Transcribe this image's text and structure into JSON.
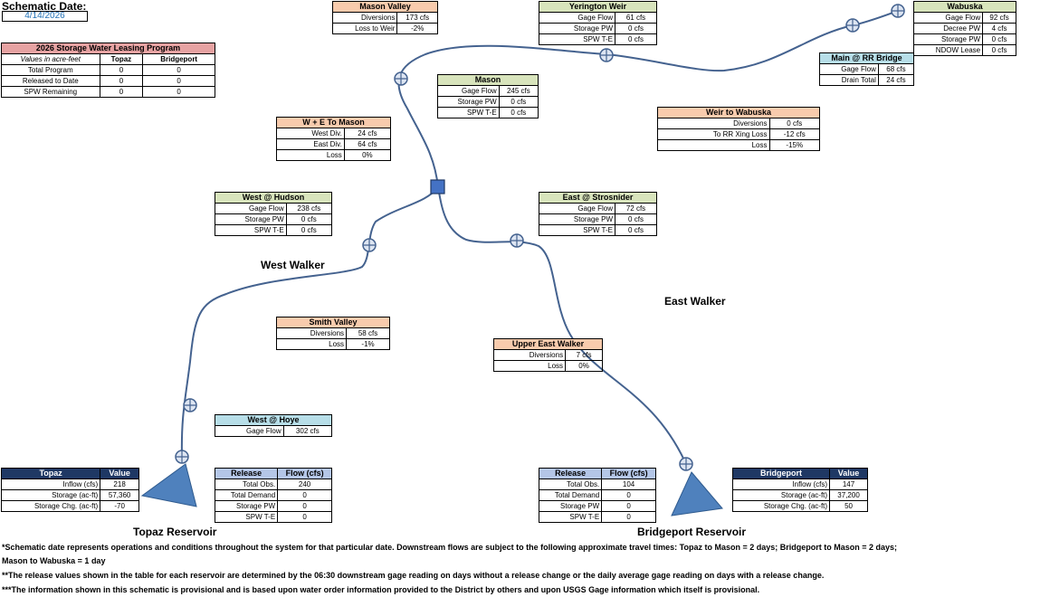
{
  "header": {
    "title": "Schematic Date:",
    "date": "4/14/2026"
  },
  "storage_program": {
    "title": "2026 Storage Water Leasing Program",
    "columns": [
      "Values in acre-feet",
      "Topaz",
      "Bridgeport"
    ],
    "rows": [
      [
        "Total Program",
        "0",
        "0"
      ],
      [
        "Released to Date",
        "0",
        "0"
      ],
      [
        "SPW Remaining",
        "0",
        "0"
      ]
    ]
  },
  "mason_valley": {
    "title": "Mason Valley",
    "rows": [
      [
        "Diversions",
        "173 cfs"
      ],
      [
        "Loss to Weir",
        "-2%"
      ]
    ]
  },
  "yerington_weir": {
    "title": "Yerington Weir",
    "rows": [
      [
        "Gage Flow",
        "61 cfs"
      ],
      [
        "Storage PW",
        "0 cfs"
      ],
      [
        "SPW T-E",
        "0 cfs"
      ]
    ]
  },
  "wabuska": {
    "title": "Wabuska",
    "rows": [
      [
        "Gage Flow",
        "92 cfs"
      ],
      [
        "Decree PW",
        "4 cfs"
      ],
      [
        "Storage PW",
        "0 cfs"
      ],
      [
        "NDOW Lease",
        "0 cfs"
      ]
    ]
  },
  "main_rr_bridge": {
    "title": "Main @ RR Bridge",
    "rows": [
      [
        "Gage Flow",
        "68 cfs"
      ],
      [
        "Drain Total",
        "24 cfs"
      ]
    ]
  },
  "mason": {
    "title": "Mason",
    "rows": [
      [
        "Gage Flow",
        "245 cfs"
      ],
      [
        "Storage PW",
        "0 cfs"
      ],
      [
        "SPW T-E",
        "0 cfs"
      ]
    ]
  },
  "weir_to_wabuska": {
    "title": "Weir to Wabuska",
    "rows": [
      [
        "Diversions",
        "0 cfs"
      ],
      [
        "To RR Xing Loss",
        "-12 cfs"
      ],
      [
        "Loss",
        "-15%"
      ]
    ]
  },
  "we_to_mason": {
    "title": "W + E To Mason",
    "rows": [
      [
        "West Div.",
        "24 cfs"
      ],
      [
        "East Div.",
        "64 cfs"
      ],
      [
        "Loss",
        "0%"
      ]
    ]
  },
  "west_hudson": {
    "title": "West @ Hudson",
    "rows": [
      [
        "Gage Flow",
        "238 cfs"
      ],
      [
        "Storage PW",
        "0 cfs"
      ],
      [
        "SPW T-E",
        "0 cfs"
      ]
    ]
  },
  "east_strosnider": {
    "title": "East @ Strosnider",
    "rows": [
      [
        "Gage Flow",
        "72 cfs"
      ],
      [
        "Storage PW",
        "0 cfs"
      ],
      [
        "SPW T-E",
        "0 cfs"
      ]
    ]
  },
  "smith_valley": {
    "title": "Smith Valley",
    "rows": [
      [
        "Diversions",
        "58 cfs"
      ],
      [
        "Loss",
        "-1%"
      ]
    ]
  },
  "upper_east_walker": {
    "title": "Upper East Walker",
    "rows": [
      [
        "Diversions",
        "7 cfs"
      ],
      [
        "Loss",
        "0%"
      ]
    ]
  },
  "west_hoye": {
    "title": "West @ Hoye",
    "rows": [
      [
        "Gage Flow",
        "302 cfs"
      ]
    ]
  },
  "topaz": {
    "columns": [
      "Topaz",
      "Value"
    ],
    "rows": [
      [
        "Inflow (cfs)",
        "218"
      ],
      [
        "Storage (ac-ft)",
        "57,360"
      ],
      [
        "Storage Chg. (ac-ft)",
        "-70"
      ]
    ]
  },
  "topaz_release": {
    "columns": [
      "Release",
      "Flow (cfs)"
    ],
    "rows": [
      [
        "Total Obs.",
        "240"
      ],
      [
        "Total Demand",
        "0"
      ],
      [
        "Storage PW",
        "0"
      ],
      [
        "SPW T-E",
        "0"
      ]
    ]
  },
  "bridgeport_release": {
    "columns": [
      "Release",
      "Flow (cfs)"
    ],
    "rows": [
      [
        "Total Obs.",
        "104"
      ],
      [
        "Total Demand",
        "0"
      ],
      [
        "Storage PW",
        "0"
      ],
      [
        "SPW T-E",
        "0"
      ]
    ]
  },
  "bridgeport": {
    "columns": [
      "Bridgeport",
      "Value"
    ],
    "rows": [
      [
        "Inflow (cfs)",
        "147"
      ],
      [
        "Storage (ac-ft)",
        "37,200"
      ],
      [
        "Storage Chg. (ac-ft)",
        "50"
      ]
    ]
  },
  "labels": {
    "west_walker": "West Walker",
    "east_walker": "East Walker",
    "topaz_reservoir": "Topaz Reservoir",
    "bridgeport_reservoir": "Bridgeport Reservoir"
  },
  "footnotes": [
    "*Schematic date represents operations and conditions throughout the system for that particular date. Downstream flows are subject to the following approximate travel times: Topaz to Mason = 2 days; Bridgeport to Mason = 2 days;",
    "Mason to Wabuska = 1 day",
    "**The release values shown in the table for each reservoir are determined by the 06:30 downstream gage reading on days without a release change or the daily average gage reading on days with a release change.",
    "***The information shown in this schematic is provisional and is based upon water order information provided to the District by others and upon USGS Gage information which itself is provisional."
  ],
  "colors": {
    "river": "#44628f",
    "reservoir": "#4f81bd",
    "confluence": "#4472c4"
  }
}
